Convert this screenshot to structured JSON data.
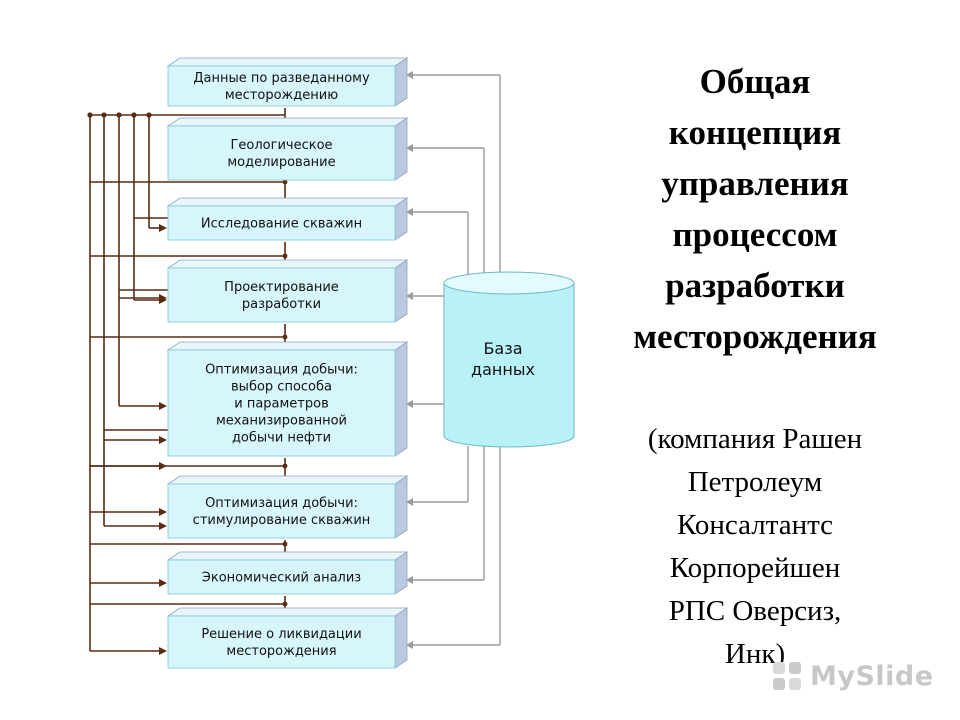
{
  "diagram": {
    "boxes": [
      {
        "lines": [
          "Данные по разведанному",
          "месторождению"
        ]
      },
      {
        "lines": [
          "Геологическое",
          "моделирование"
        ]
      },
      {
        "lines": [
          "Исследование скважин"
        ]
      },
      {
        "lines": [
          "Проектирование",
          "разработки"
        ]
      },
      {
        "lines": [
          "Оптимизация добычи:",
          "выбор способа",
          "и параметров",
          "механизированной",
          "добычи нефти"
        ]
      },
      {
        "lines": [
          "Оптимизация добычи:",
          "стимулирование скважин"
        ]
      },
      {
        "lines": [
          "Экономический анализ"
        ]
      },
      {
        "lines": [
          "Решение о ликвидации",
          "месторождения"
        ]
      }
    ],
    "database": {
      "lines": [
        "База",
        "данных"
      ]
    },
    "colors": {
      "box_fill": "#d6f6fb",
      "box_side": "#b9c9e0",
      "line": "#5a2a12",
      "db_fill": "#b8f1f8"
    }
  },
  "heading": {
    "title_lines": [
      "Общая",
      "концепция",
      "управления",
      "процессом",
      "разработки",
      "месторождения"
    ],
    "subtitle_lines": [
      "(компания Рашен",
      "Петролеум",
      "Консалтантс",
      "Корпорейшен",
      "РПС Оверсиз,",
      "Инк)"
    ]
  },
  "watermark": {
    "text": "MySlide",
    "icon": "myslide-logo-icon"
  }
}
